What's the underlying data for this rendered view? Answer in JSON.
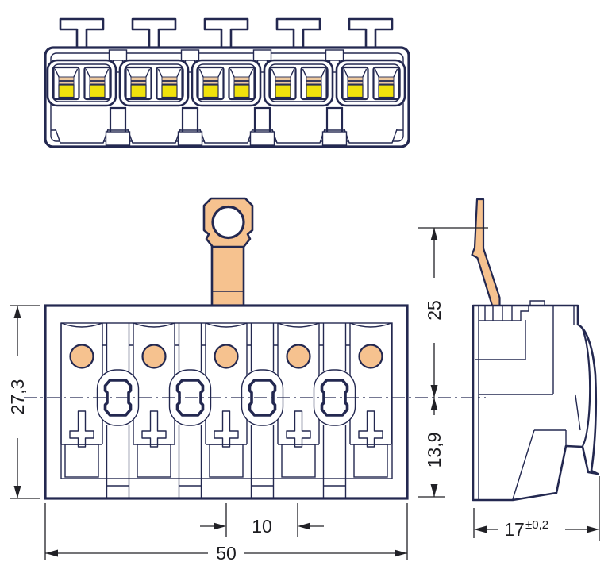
{
  "drawing": {
    "type": "technical-drawing",
    "poles": 5,
    "wire_entries_per_pole": 2,
    "dimensions": {
      "front_height": "27,3",
      "overall_width": "50",
      "pole_pitch": "10",
      "upper_height": "25",
      "lower_height": "13,9",
      "depth": "17",
      "depth_tolerance": "±0,2"
    },
    "colors": {
      "outline": "#232850",
      "dimension": "#212126",
      "yellow_button": "#f0e10c",
      "tan_stripe": "#eecaa0",
      "orange_contact": "#f6c28f",
      "background": "#ffffff"
    }
  }
}
